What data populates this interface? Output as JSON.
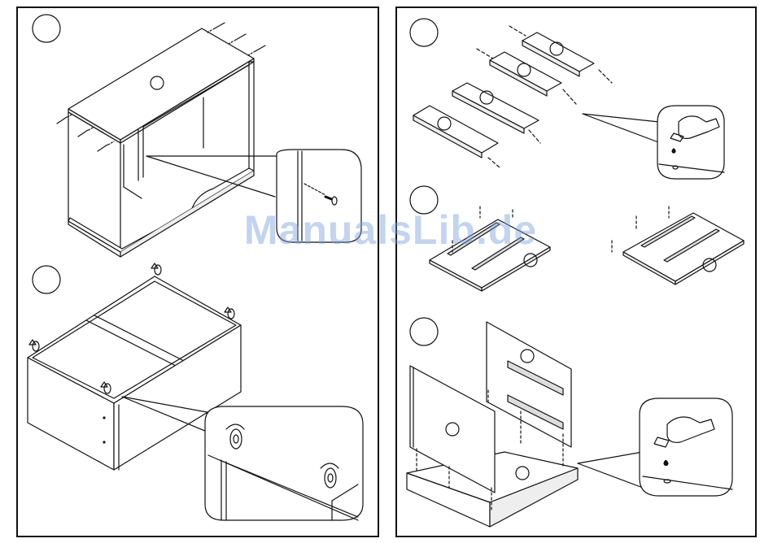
{
  "watermark": {
    "text": "ManualsLib.de"
  },
  "colors": {
    "line": "#111111",
    "shade": "#e6e6e6",
    "watermark": "#78a0dc"
  },
  "panels": [
    {
      "id": "left",
      "steps": [
        "step-1",
        "step-2"
      ]
    },
    {
      "id": "right",
      "steps": [
        "step-3",
        "step-4",
        "step-5"
      ]
    }
  ]
}
